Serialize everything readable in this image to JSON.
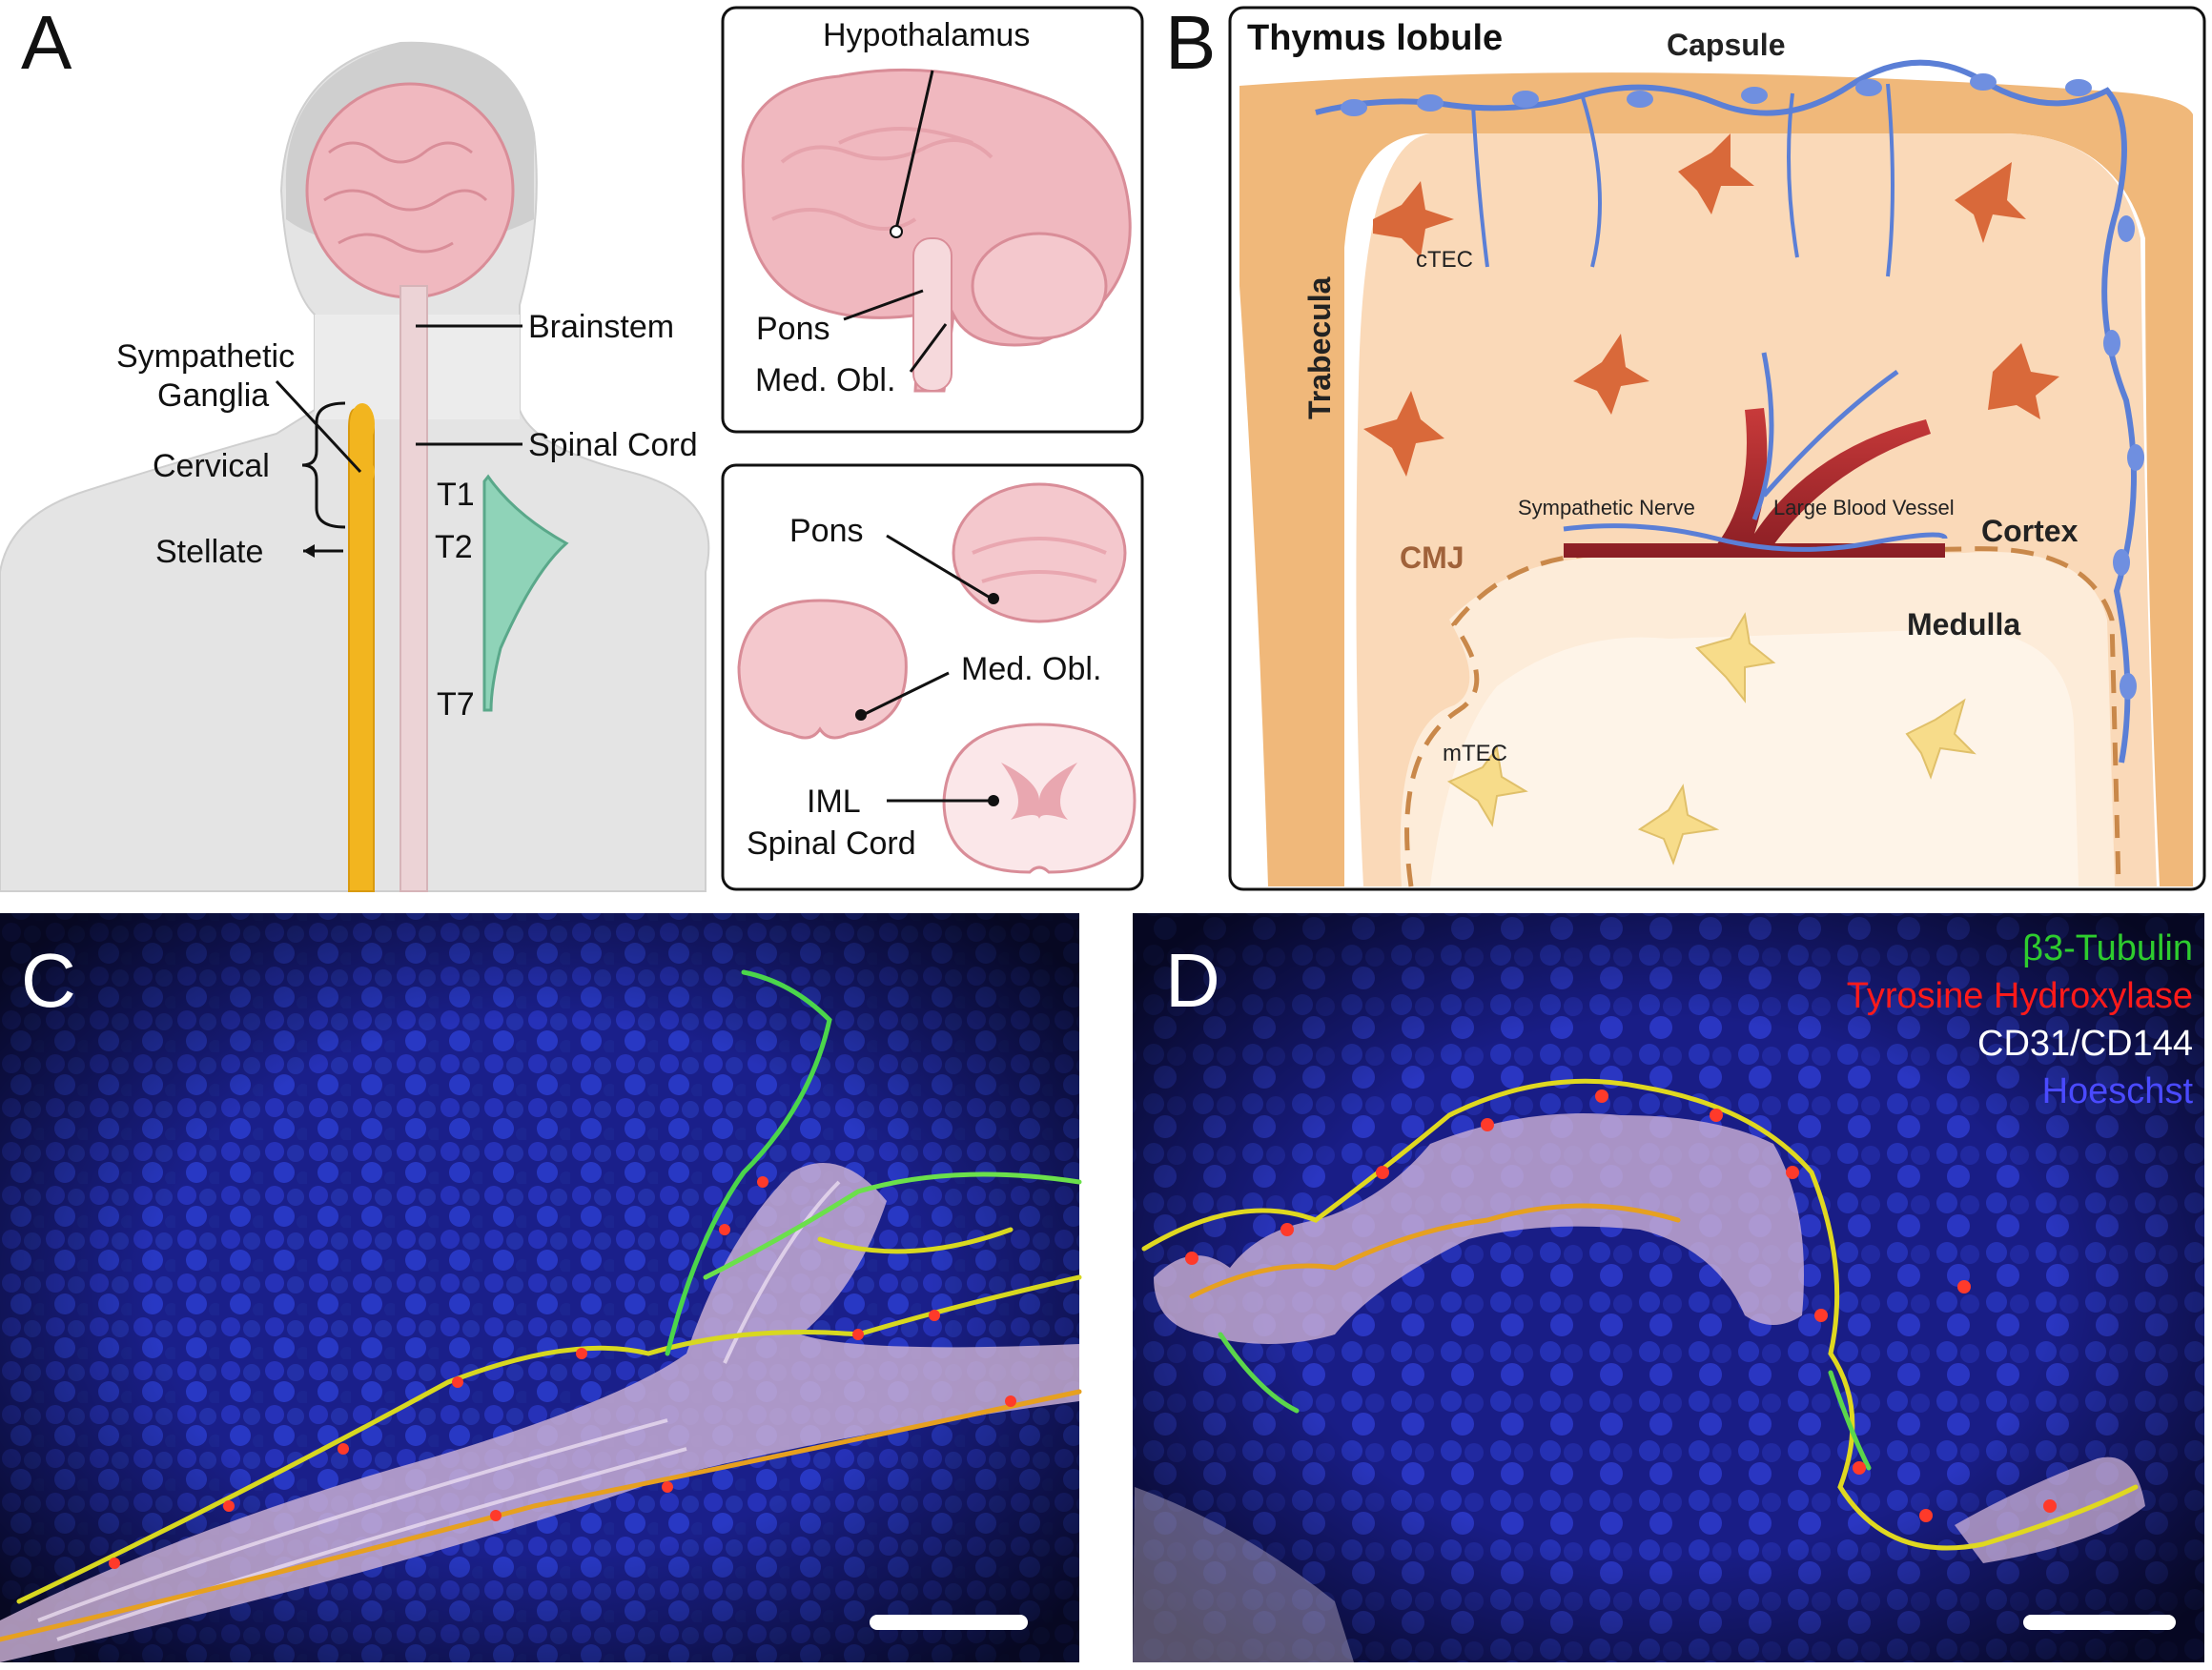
{
  "panels": {
    "a": {
      "letter": "A",
      "labels": {
        "brainstem": "Brainstem",
        "sympathetic": "Sympathetic",
        "ganglia": "Ganglia",
        "spinal_cord": "Spinal Cord",
        "cervical": "Cervical",
        "stellate": "Stellate",
        "t1": "T1",
        "t2": "T2",
        "t7": "T7"
      },
      "brain_inset": {
        "hypothalamus": "Hypothalamus",
        "pons": "Pons",
        "med_obl": "Med. Obl."
      },
      "section_inset": {
        "pons": "Pons",
        "med_obl": "Med. Obl.",
        "iml": "IML",
        "spinal_cord": "Spinal Cord"
      }
    },
    "b": {
      "letter": "B",
      "title": "Thymus lobule",
      "labels": {
        "capsule": "Capsule",
        "trabecula": "Trabecula",
        "ctec": "cTEC",
        "cortex": "Cortex",
        "cmj": "CMJ",
        "medulla": "Medulla",
        "mtec": "mTEC",
        "sympathetic_nerve": "Sympathetic Nerve",
        "large_blood_vessel": "Large Blood Vessel"
      }
    },
    "c": {
      "letter": "C"
    },
    "d": {
      "letter": "D",
      "legend": [
        {
          "label": "β3-Tubulin",
          "color": "#2ecc2e"
        },
        {
          "label": "Tyrosine Hydroxylase",
          "color": "#ff1a1a"
        },
        {
          "label": "CD31/CD144",
          "color": "#ffffff"
        },
        {
          "label": "Hoeschst",
          "color": "#4a4aff"
        }
      ]
    }
  },
  "colors": {
    "nerve_blue": "#5b7fd6",
    "ganglia_yellow": "#f2b51f",
    "brain_pink": "#f0b8bf",
    "vessel_red": "#9e2a2a",
    "ctec_orange": "#d9693a",
    "mtec_yellow": "#f7dc8a",
    "capsule_tan": "#f0b87a",
    "t_region_green": "#8fd3b8"
  }
}
